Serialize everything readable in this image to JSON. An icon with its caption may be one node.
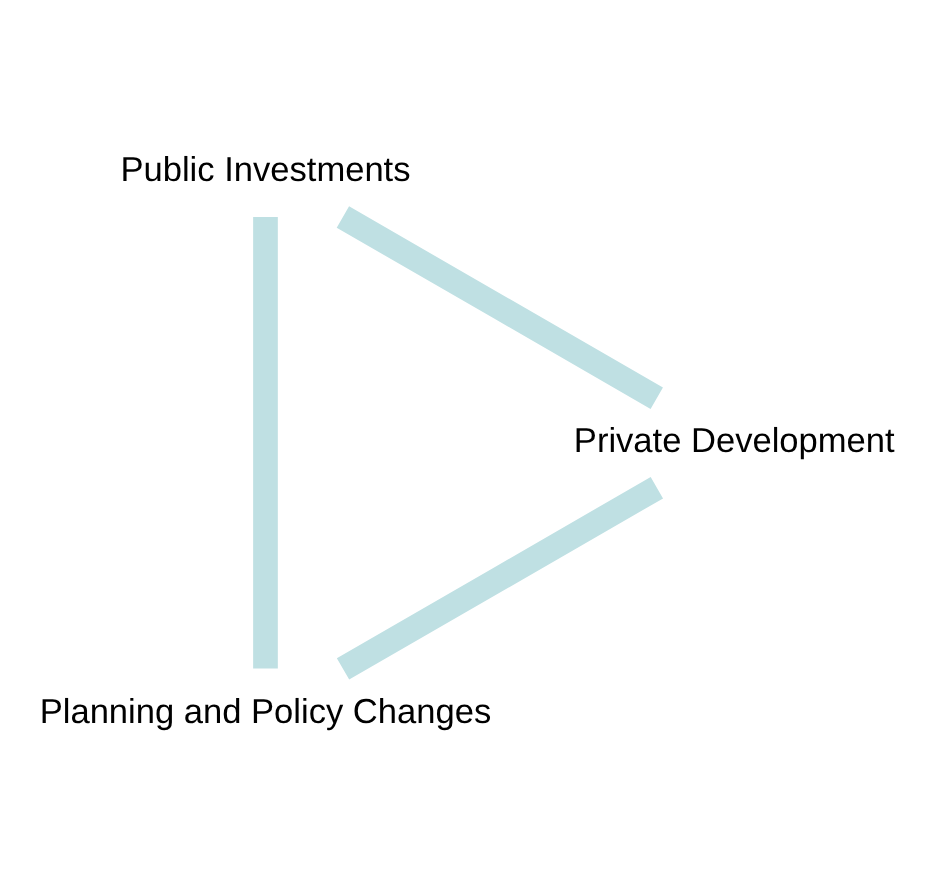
{
  "diagram": {
    "nodes": [
      {
        "text": [
          "Planning and Policy Changes"
        ]
      },
      {
        "text": [
          "Public Investments"
        ]
      },
      {
        "text": [
          "Private Development"
        ]
      }
    ],
    "edges": [
      {
        "from": 0,
        "to": 1,
        "arrow": "none"
      },
      {
        "from": 1,
        "to": 2,
        "arrow": "none"
      },
      {
        "from": 2,
        "to": 0,
        "arrow": "none"
      }
    ]
  }
}
